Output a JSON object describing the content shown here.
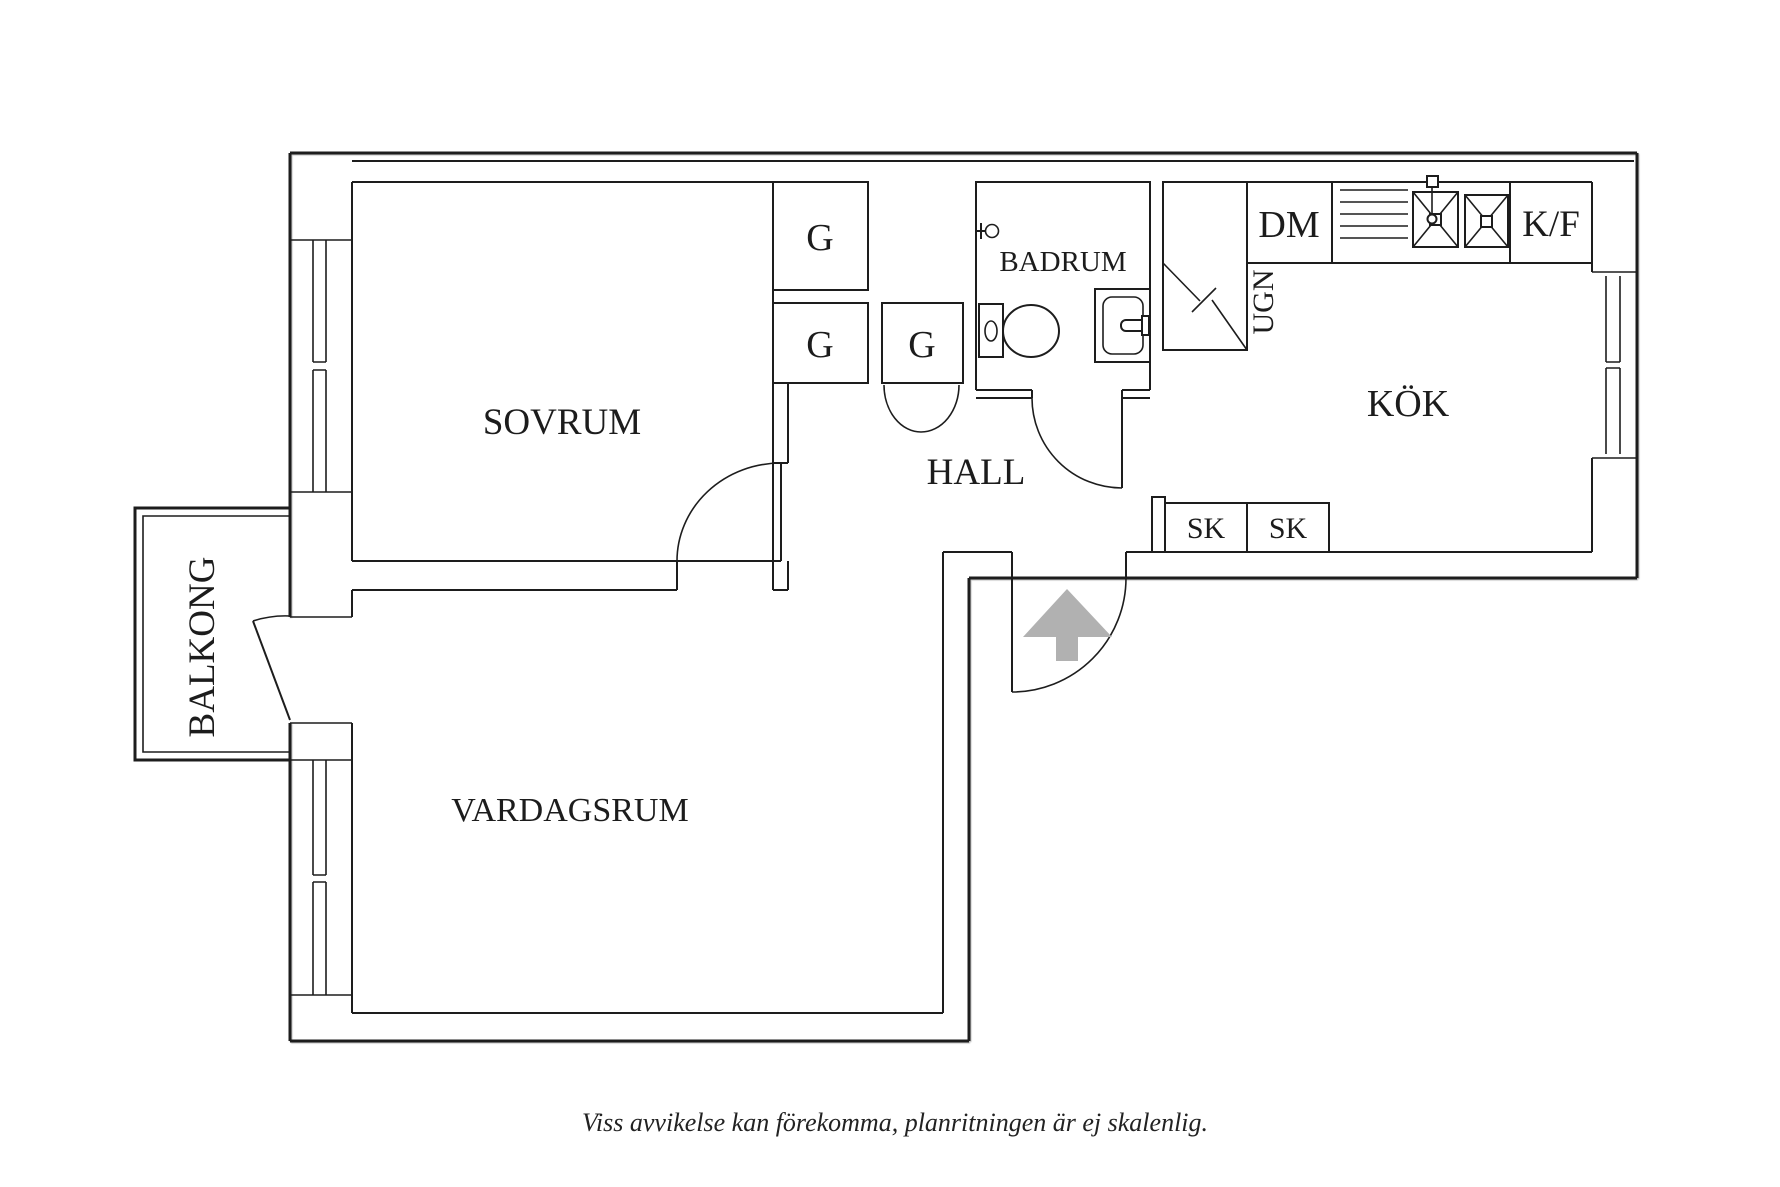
{
  "floor_plan": {
    "labels": {
      "sovrum": "SOVRUM",
      "vardagsrum": "VARDAGSRUM",
      "hall": "HALL",
      "badrum": "BADRUM",
      "kok": "KÖK",
      "balkong": "BALKONG",
      "garderob": "G",
      "dm": "DM",
      "ugn": "UGN",
      "kf": "K/F",
      "sk": "SK"
    },
    "caption": "Viss avvikelse kan förekomma, planritningen är ej skalenlig.",
    "colors": {
      "line": "#1d1d1d",
      "background": "#ffffff",
      "entry_arrow": "#b1b1b1"
    }
  }
}
